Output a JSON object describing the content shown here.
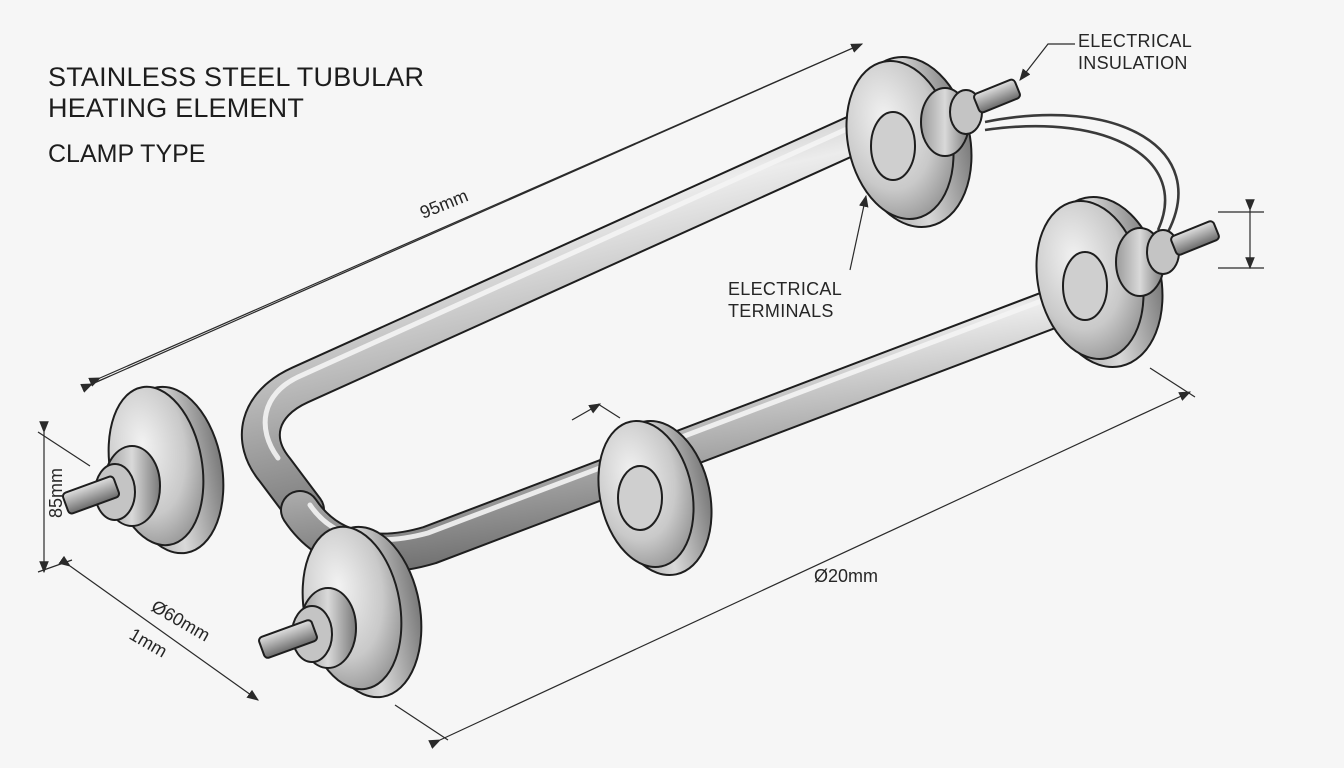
{
  "title": {
    "line1": "STAINLESS STEEL TUBULAR",
    "line2": "HEATING ELEMENT",
    "subtitle": "CLAMP TYPE"
  },
  "callouts": {
    "insulation": [
      "ELECTRICAL",
      "INSULATION"
    ],
    "terminals": [
      "ELECTRICAL",
      "TERMINALS"
    ]
  },
  "dimensions": {
    "length_top": "95mm",
    "length_bottom": "Ø20mm",
    "height_left": "85mm",
    "flange_diameter": "Ø60mm",
    "thickness": "1mm"
  },
  "colors": {
    "background": "#f6f6f6",
    "steel_light": "#e6e6e6",
    "steel_mid": "#b5b5b5",
    "steel_dark": "#6e6e6e",
    "line": "#1e1e1e"
  }
}
